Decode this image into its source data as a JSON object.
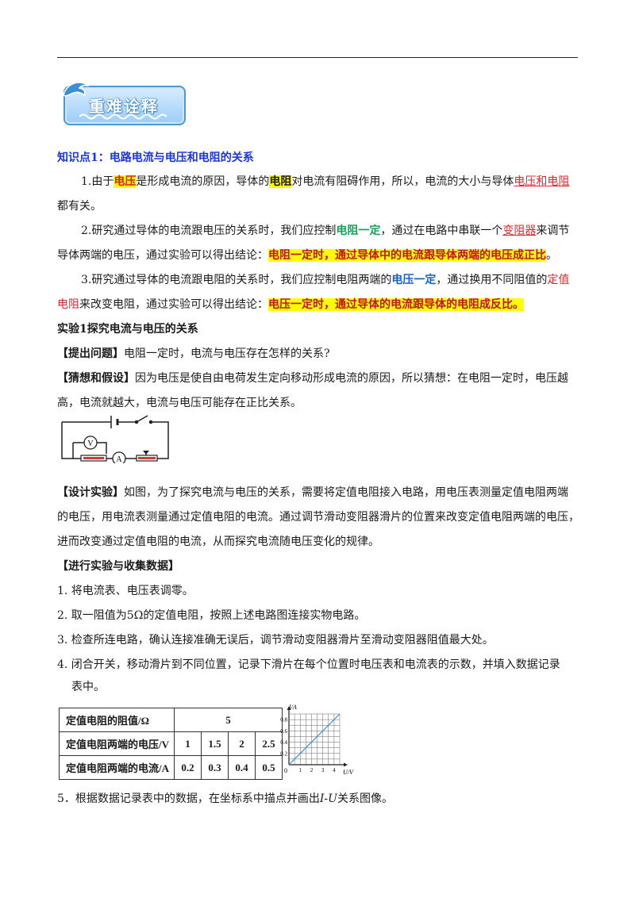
{
  "section_badge": {
    "title": "重难诠释"
  },
  "knowledge_point": "知识点1：电路电流与电压和电阻的关系",
  "points": {
    "p1": {
      "a": "1.由于",
      "b": "电压",
      "c": "是形成电流的原因，导体的",
      "d": "电阻",
      "e": "对电流有阻碍作用，所以，电流的大小与导体",
      "f": "电压和电阻",
      "g": "都有关。"
    },
    "p2": {
      "a": "2.研究通过导体的电流跟电压的关系时，我们应控制",
      "b": "电阻一定",
      "c": "，通过在电路中串联一个",
      "d": "变阻器",
      "e": "来调节",
      "f": "导体两端的电压，通过实验可以得出结论：",
      "g": "电阻一定时，通过导体中的电流跟导体两端的电压成正比",
      "h": "。"
    },
    "p3": {
      "a": "3.研究通过导体的电流跟电阻的关系时，我们应控制电阻两端的",
      "b": "电压一定",
      "c": "，通过换用不同阻值的",
      "d": "定值",
      "e": "电阻",
      "f": "来改变电阻，通过实验可以得出结论：",
      "g": "电压一定时，通过导体的电流跟导体的电阻成反比。"
    }
  },
  "experiment": {
    "title": "实验1探究电流与电压的关系",
    "question_label": "【提出问题】",
    "question": "电阻一定时，电流与电压存在怎样的关系?",
    "hypothesis_label": "【猜想和假设】",
    "hypothesis_1": "因为电压是使自由电荷发生定向移动形成电流的原因，所以猜想：在电阻一定时，电压越",
    "hypothesis_2": "高，电流就越大，电流与电压可能存在正比关系。",
    "circuit_meters": {
      "voltmeter": "V",
      "ammeter": "A"
    },
    "design_label": "【设计实验】",
    "design_1": "如图，为了探究电流与电压的关系，需要将定值电阻接入电路，用电压表测量定值电阻两端",
    "design_2": "的电压，用电流表测量通过定值电阻的电流。通过调节滑动变阻器滑片的位置来改变定值电阻两端的电压，",
    "design_3": "进而改变通过定值电阻的电流，从而探究电流随电压变化的规律。",
    "procedure_label": "【进行实验与收集数据】",
    "steps": {
      "s1": "1.  将电流表、电压表调零。",
      "s2": "2.  取一阻值为5Ω的定值电阻，按照上述电路图连接实物电路。",
      "s3": "3.  检查所连电路，确认连接准确无误后，调节滑动变阻器滑片至滑动变阻器阻值最大处。",
      "s4a": "4.  闭合开关，移动滑片到不同位置，记录下滑片在每个位置时电压表和电流表的示数，并填入数据记录",
      "s4b": "表中。",
      "s5_pre": "5．根据数据记录表中的数据，在坐标系中描点并画出",
      "s5_em": "I-U",
      "s5_post": "关系图像。"
    }
  },
  "table": {
    "row1_label": "定值电阻的阻值/Ω",
    "row1_value": "5",
    "row2_label": "定值电阻两端的电压/V",
    "row2_values": [
      "1",
      "1.5",
      "2",
      "2.5"
    ],
    "row3_label": "定值电阻两端的电流/A",
    "row3_values": [
      "0.2",
      "0.3",
      "0.4",
      "0.5"
    ]
  },
  "chart_data": {
    "type": "line",
    "ylabel": "I/A",
    "xlabel": "U/V",
    "origin_label": "0",
    "x_ticks": [
      "1",
      "2",
      "3",
      "4"
    ],
    "y_ticks": [
      "0.2",
      "0.4",
      "0.6",
      "0.8"
    ],
    "xlim": [
      0,
      4.5
    ],
    "ylim": [
      0,
      0.9
    ],
    "grid": true,
    "series": [
      {
        "x": [
          0,
          4.5
        ],
        "y": [
          0,
          0.9
        ]
      }
    ]
  }
}
